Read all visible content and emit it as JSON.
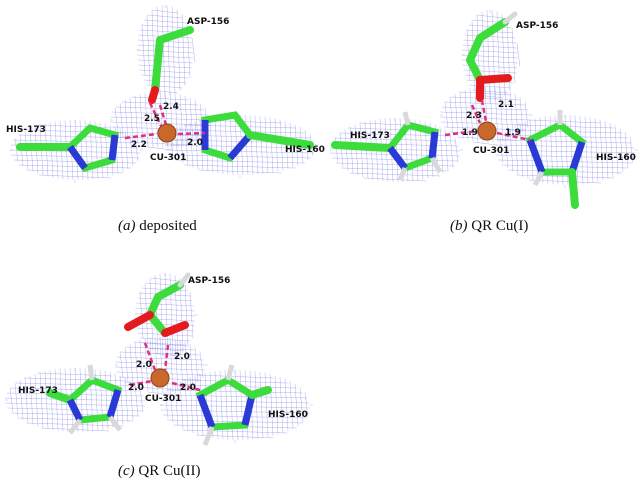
{
  "panels": [
    {
      "id": "a",
      "caption_letter": "(a)",
      "caption_text": "deposited",
      "residues": {
        "asp": "ASP-156",
        "his173": "HIS-173",
        "his160": "HIS-160",
        "cu": "CU-301"
      },
      "distances": {
        "od1": "2.4",
        "od2": "2.5",
        "his173": "2.2",
        "his160": "2.0"
      }
    },
    {
      "id": "b",
      "caption_letter": "(b)",
      "caption_text": "QR Cu(I)",
      "residues": {
        "asp": "ASP-156",
        "his173": "HIS-173",
        "his160": "HIS-160",
        "cu": "CU-301"
      },
      "distances": {
        "od1": "2.1",
        "od2": "2.3",
        "his173": "1.9",
        "his160": "1.9"
      }
    },
    {
      "id": "c",
      "caption_letter": "(c)",
      "caption_text": "QR Cu(II)",
      "residues": {
        "asp": "ASP-156",
        "his173": "HIS-173",
        "his160": "HIS-160",
        "cu": "CU-301"
      },
      "distances": {
        "od1": "2.0",
        "od2": "2.0",
        "his173": "2.0",
        "his160": "2.0"
      }
    }
  ],
  "colors": {
    "carbon": "#3ddc3d",
    "nitrogen": "#2b39d6",
    "oxygen": "#e41a1c",
    "hydrogen": "#d9d9d9",
    "copper": "#c8682a",
    "mesh": "#6f72e6",
    "bond_dash": "#e0307a"
  }
}
